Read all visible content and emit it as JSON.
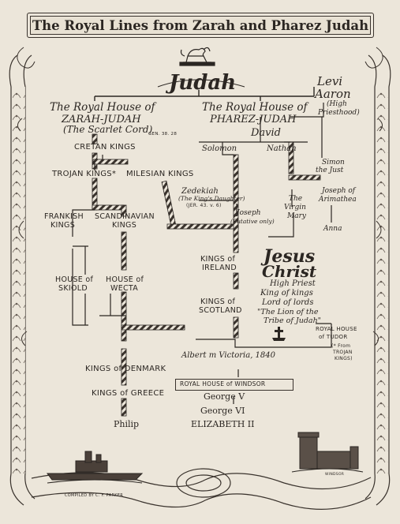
{
  "title": "The Royal Lines from Zarah and Pharez Judah",
  "judah": "Judah",
  "levi": {
    "line1": "Levi",
    "line2": "Aaron",
    "note1": "(High",
    "note2": "Priesthood)"
  },
  "zarah": {
    "line1": "The Royal House of",
    "line2": "ZARAH-JUDAH",
    "line3": "(The Scarlet Cord)",
    "ref": "GEN. 38. 28"
  },
  "pharez": {
    "line1": "The Royal House of",
    "line2": "PHAREZ-JUDAH"
  },
  "nodes": {
    "david": "David",
    "solomon": "Solomon",
    "nathan": "Nathan",
    "simon1": "Simon",
    "simon2": "the Just",
    "cretan": "CRETAN KINGS",
    "trojan": "TROJAN KINGS*",
    "milesian": "MILESIAN KINGS",
    "zedekiah": "Zedekiah",
    "zed_note1": "(The King's Daughter)",
    "zed_note2": "(JER. 43. v. 6)",
    "joseph": "Joseph",
    "joseph_note": "(Putative only)",
    "virgin1": "The",
    "virgin2": "Virgin",
    "virgin3": "Mary",
    "arimathea1": "Joseph of",
    "arimathea2": "Arimathea",
    "anna": "Anna",
    "frankish1": "FRANKISH",
    "frankish2": "KINGS",
    "scandinavian1": "SCANDINAVIAN",
    "scandinavian2": "KINGS",
    "skiold1": "HOUSE of",
    "skiold2": "SKIOLD",
    "wecta1": "HOUSE of",
    "wecta2": "WECTA",
    "ireland1": "KINGS of",
    "ireland2": "IRELAND",
    "scotland1": "KINGS of",
    "scotland2": "SCOTLAND",
    "jesus1": "Jesus",
    "jesus2": "Christ",
    "jesus3": "High Priest",
    "jesus4": "King of kings",
    "jesus5": "Lord of lords",
    "jesus6": "\"The Lion of the",
    "jesus7": "Tribe of Judah\"",
    "tudor1": "ROYAL HOUSE",
    "tudor2": "of TUDOR",
    "tudor3": "(* From",
    "tudor4": "TROJAN",
    "tudor5": "KINGS)",
    "albert": "Albert m Victoria, 1840",
    "denmark": "KINGS of DENMARK",
    "greece": "KINGS of GREECE",
    "windsor": "ROYAL HOUSE of WINDSOR",
    "george5": "George V",
    "george6": "George VI",
    "elizabeth": "ELIZABETH II",
    "philip": "Philip"
  },
  "footer": {
    "compiled": "COMPILED BY C. F. PARKER",
    "windsor_label": "WINDSOR"
  }
}
